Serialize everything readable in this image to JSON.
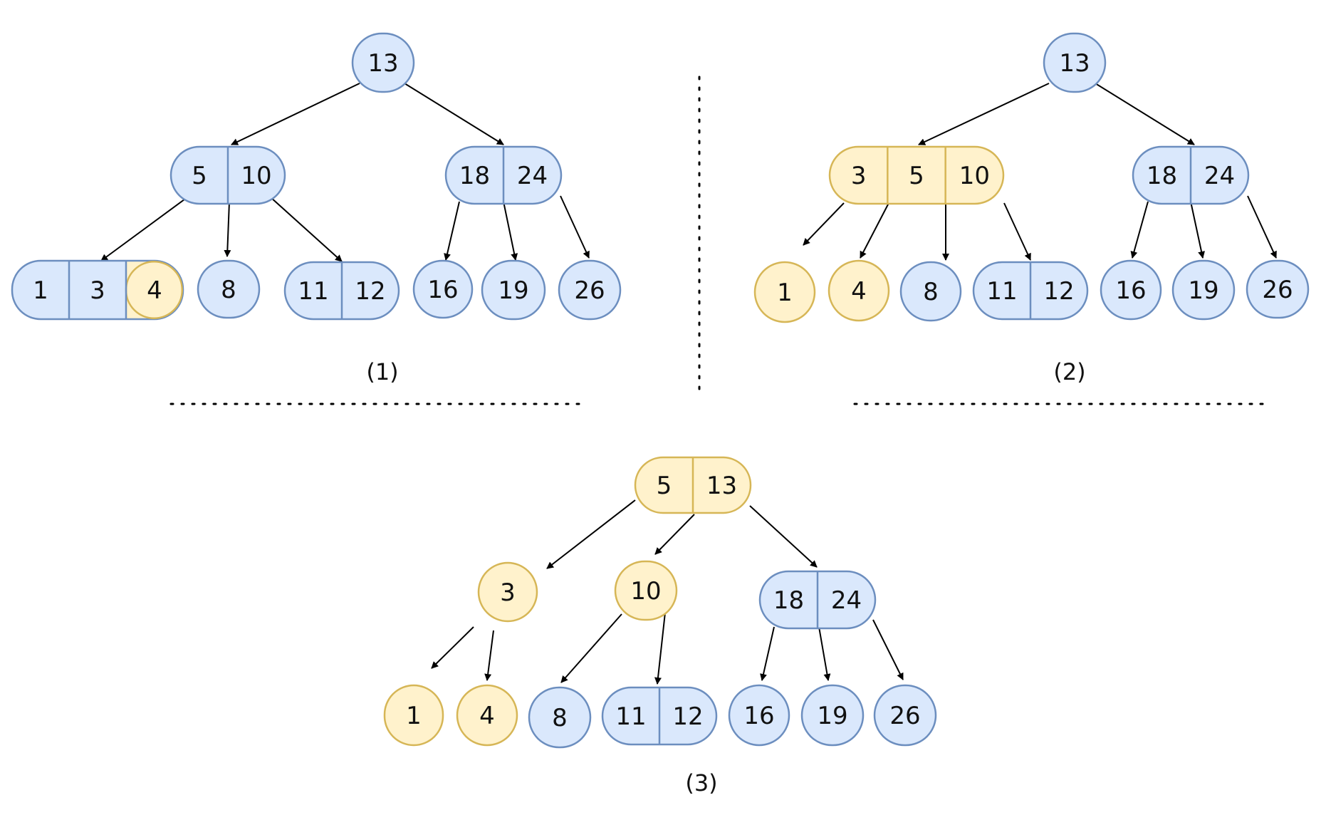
{
  "colors": {
    "normal_stroke": "#6c8ebf",
    "normal_fill": "#dae8fc",
    "highlight_stroke": "#d6b656",
    "highlight_fill": "#fff2cc",
    "edge": "#000000",
    "divider": "#000000"
  },
  "panels": [
    {
      "caption": "(1)",
      "nodes": [
        {
          "keys": [
            "13"
          ],
          "highlight": [
            false
          ]
        },
        {
          "keys": [
            "5",
            "10"
          ],
          "highlight": [
            false,
            false
          ]
        },
        {
          "keys": [
            "18",
            "24"
          ],
          "highlight": [
            false,
            false
          ]
        },
        {
          "keys": [
            "1",
            "3",
            "4"
          ],
          "highlight": [
            false,
            false,
            true
          ]
        },
        {
          "keys": [
            "8"
          ],
          "highlight": [
            false
          ]
        },
        {
          "keys": [
            "11",
            "12"
          ],
          "highlight": [
            false,
            false
          ]
        },
        {
          "keys": [
            "16"
          ],
          "highlight": [
            false
          ]
        },
        {
          "keys": [
            "19"
          ],
          "highlight": [
            false
          ]
        },
        {
          "keys": [
            "26"
          ],
          "highlight": [
            false
          ]
        }
      ]
    },
    {
      "caption": "(2)",
      "nodes": [
        {
          "keys": [
            "13"
          ],
          "highlight": [
            false
          ]
        },
        {
          "keys": [
            "3",
            "5",
            "10"
          ],
          "highlight": [
            true,
            true,
            true
          ]
        },
        {
          "keys": [
            "18",
            "24"
          ],
          "highlight": [
            false,
            false
          ]
        },
        {
          "keys": [
            "1"
          ],
          "highlight": [
            true
          ]
        },
        {
          "keys": [
            "4"
          ],
          "highlight": [
            true
          ]
        },
        {
          "keys": [
            "8"
          ],
          "highlight": [
            false
          ]
        },
        {
          "keys": [
            "11",
            "12"
          ],
          "highlight": [
            false,
            false
          ]
        },
        {
          "keys": [
            "16"
          ],
          "highlight": [
            false
          ]
        },
        {
          "keys": [
            "19"
          ],
          "highlight": [
            false
          ]
        },
        {
          "keys": [
            "26"
          ],
          "highlight": [
            false
          ]
        }
      ]
    },
    {
      "caption": "(3)",
      "nodes": [
        {
          "keys": [
            "5",
            "13"
          ],
          "highlight": [
            true,
            true
          ]
        },
        {
          "keys": [
            "3"
          ],
          "highlight": [
            true
          ]
        },
        {
          "keys": [
            "10"
          ],
          "highlight": [
            true
          ]
        },
        {
          "keys": [
            "18",
            "24"
          ],
          "highlight": [
            false,
            false
          ]
        },
        {
          "keys": [
            "1"
          ],
          "highlight": [
            true
          ]
        },
        {
          "keys": [
            "4"
          ],
          "highlight": [
            true
          ]
        },
        {
          "keys": [
            "8"
          ],
          "highlight": [
            false
          ]
        },
        {
          "keys": [
            "11",
            "12"
          ],
          "highlight": [
            false,
            false
          ]
        },
        {
          "keys": [
            "16"
          ],
          "highlight": [
            false
          ]
        },
        {
          "keys": [
            "19"
          ],
          "highlight": [
            false
          ]
        },
        {
          "keys": [
            "26"
          ],
          "highlight": [
            false
          ]
        }
      ]
    }
  ]
}
